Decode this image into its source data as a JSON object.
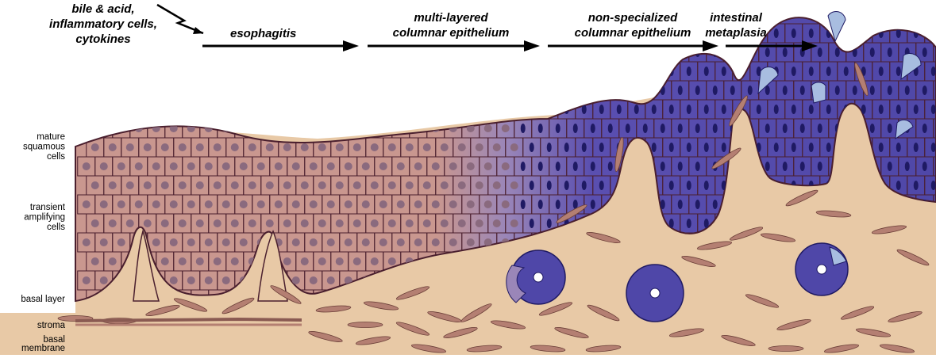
{
  "trigger": {
    "lines": [
      "bile & acid,",
      "inflammatory cells,",
      "cytokines"
    ]
  },
  "stages": [
    {
      "lines": [
        "esophagitis"
      ]
    },
    {
      "lines": [
        "multi-layered",
        "columnar epithelium"
      ]
    },
    {
      "lines": [
        "non-specialized",
        "columnar epithelium"
      ]
    },
    {
      "lines": [
        "intestinal",
        "metaplasia"
      ]
    }
  ],
  "side_labels": [
    {
      "lines": [
        "mature",
        "squamous",
        "cells"
      ]
    },
    {
      "lines": [
        "transient",
        "amplifying",
        "cells"
      ]
    },
    {
      "lines": [
        "basal layer"
      ]
    },
    {
      "lines": [
        "stroma"
      ]
    },
    {
      "lines": [
        "basal",
        "membrane"
      ]
    }
  ],
  "colors": {
    "stroma": "#e8c9a6",
    "squamous_cell": "#c9978f",
    "squamous_nucleus": "#8a6a7e",
    "transition_cell": "#9a86b8",
    "columnar_cell": "#4f47a8",
    "columnar_nucleus": "#1f1a63",
    "goblet_cell": "#a8bde0",
    "cell_outline": "#4a1f2e",
    "fibroblast": "#b47f72"
  }
}
